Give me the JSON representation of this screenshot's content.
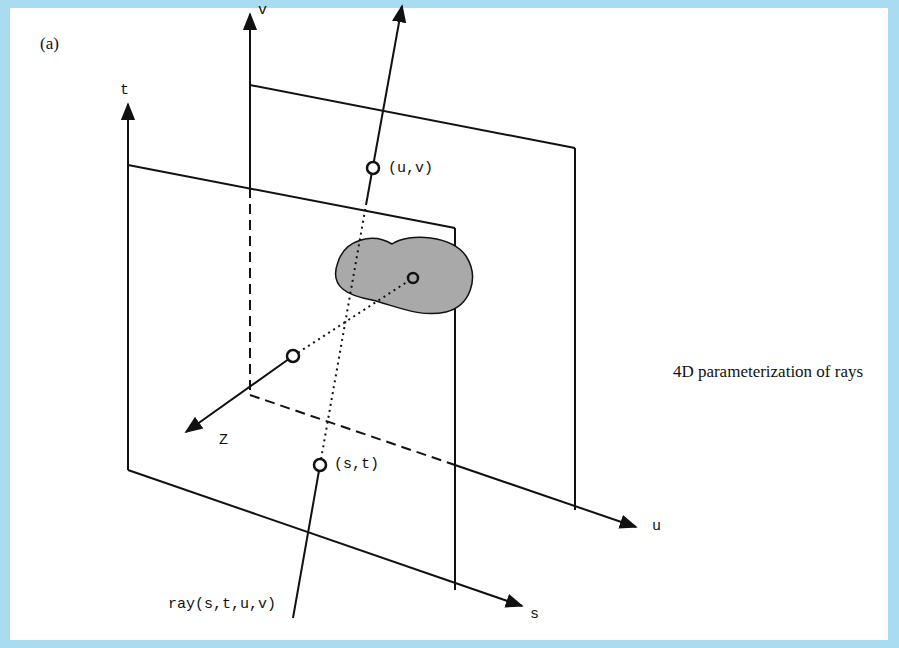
{
  "diagram": {
    "labels": [
      "(a)",
      "t",
      "v",
      "(u,v)",
      "4D parameterization of rays",
      "Z",
      "(s,t)",
      "u",
      "ray(s,t,u,v)",
      "s"
    ]
  }
}
